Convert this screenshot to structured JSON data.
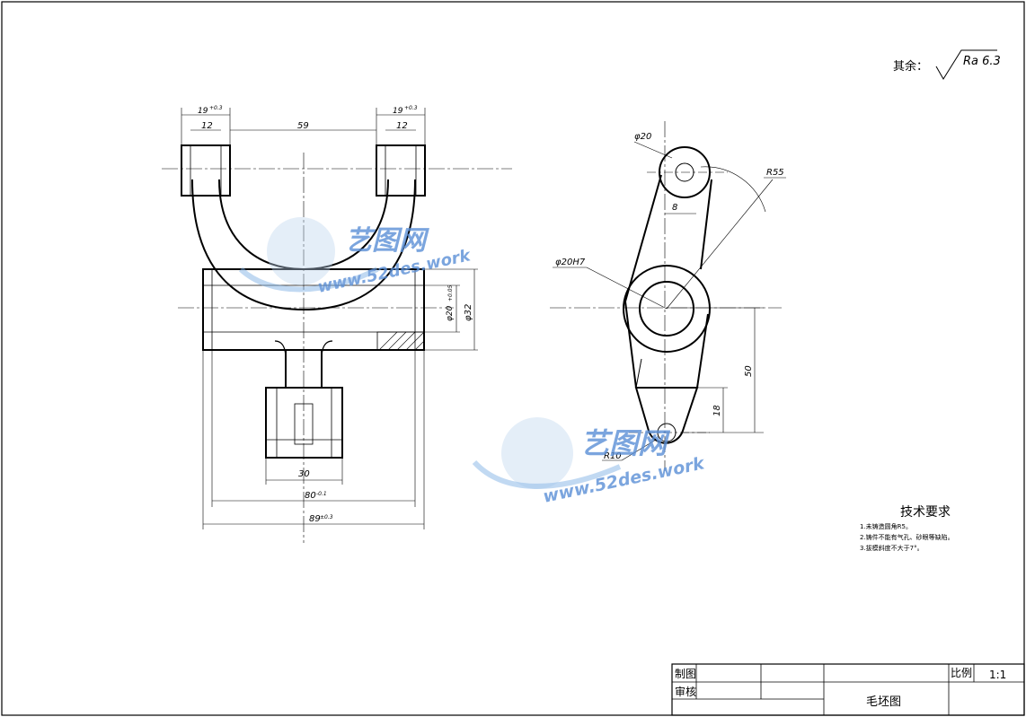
{
  "roughness": {
    "label": "其余：",
    "symbol": "Ra 6.3"
  },
  "front_view": {
    "dims": {
      "top_left_tol": "19",
      "top_left_tol_sup": "+0.3",
      "top_left_inner": "12",
      "top_mid": "59",
      "top_right_tol": "19",
      "top_right_tol_sup": "+0.3",
      "top_right_inner": "12",
      "bore_small": "φ20",
      "bore_small_tol": "+0.05",
      "bore_large": "φ32",
      "bottom_30": "30",
      "bottom_80": "80",
      "bottom_80_tol": "-0.1",
      "bottom_89": "89",
      "bottom_89_tol": "±0.3"
    }
  },
  "side_view": {
    "dims": {
      "d20": "φ20",
      "r55": "R55",
      "d8": "8",
      "d20h7": "φ20H7",
      "d50": "50",
      "d18": "18",
      "r10": "R10"
    }
  },
  "tech_req": {
    "title": "技术要求",
    "items": [
      "1.未铸造圆角R5。",
      "2.铸件不能有气孔、砂眼等缺陷。",
      "3.拔模斜度不大于7°。"
    ]
  },
  "title_block": {
    "draw_label": "制图",
    "check_label": "审核",
    "scale_label": "比例",
    "scale_value": "1:1",
    "drawing_name": "毛坯图"
  },
  "watermark": {
    "logo": "艺图网",
    "url": "www.52des.work"
  }
}
